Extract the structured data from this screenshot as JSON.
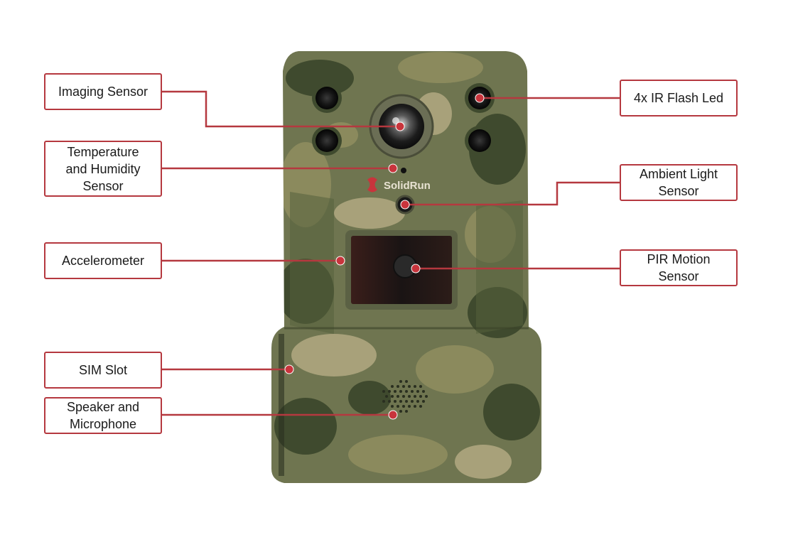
{
  "brand": {
    "name": "SolidRun",
    "accent": "#b5383f"
  },
  "callouts": {
    "imaging_sensor": "Imaging Sensor",
    "temp_humidity": [
      "Temperature",
      "and Humidity",
      "Sensor"
    ],
    "accelerometer": "Accelerometer",
    "sim_slot": "SIM Slot",
    "speaker_mic": [
      "Speaker and",
      "Microphone"
    ],
    "ir_flash": "4x IR Flash Led",
    "ambient_light": [
      "Ambient Light",
      "Sensor"
    ],
    "pir_motion": [
      "PIR Motion",
      "Sensor"
    ]
  },
  "colors": {
    "leader_line": "#b5383f",
    "camo_base": "#6f7550",
    "camo_dark": "#3f4a2e",
    "camo_mid": "#8b8a5d",
    "camo_light": "#a8a17a"
  }
}
